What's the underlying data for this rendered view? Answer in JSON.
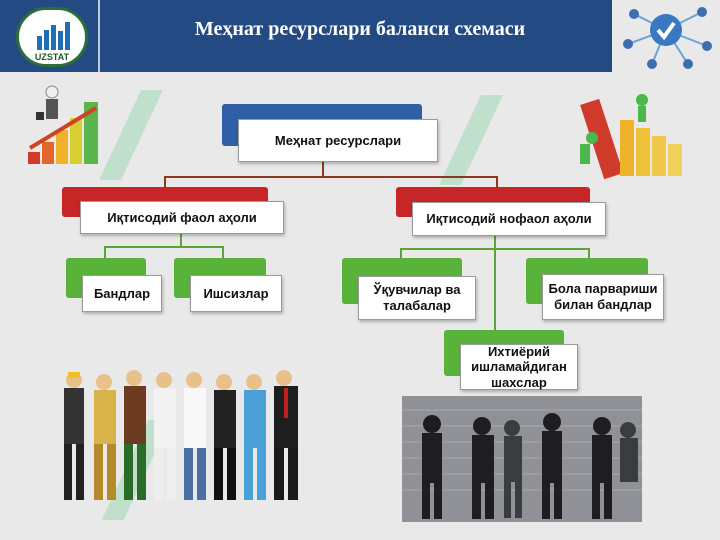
{
  "header": {
    "title": "Меҳнат ресурслари баланси схемаси",
    "logo_text": "UZSTAT"
  },
  "diagram": {
    "root": "Меҳнат ресурслари",
    "active": "Иқтисодий фаол аҳоли",
    "inactive": "Иқтисодий нофаол аҳоли",
    "employed": "Бандлар",
    "unemployed": "Ишсизлар",
    "students": "Ўқувчилар ва талабалар",
    "childcare": "Бола парвариши билан бандлар",
    "not_wanting": "Ихтиёрий ишламайдиган шахслар"
  },
  "colors": {
    "header_bg": "#234a83",
    "root_back": "#2f5fa7",
    "level1_back": "#c62626",
    "level2_back": "#59b33a",
    "connector": "#8c3a1f"
  },
  "images": {
    "left_chart": "growth-chart-person-icon",
    "right_chart": "falling-chart-person-icon",
    "network": "network-globe-icon",
    "workers": "workers-group-image",
    "silhouettes": "silhouettes-wall-image"
  }
}
